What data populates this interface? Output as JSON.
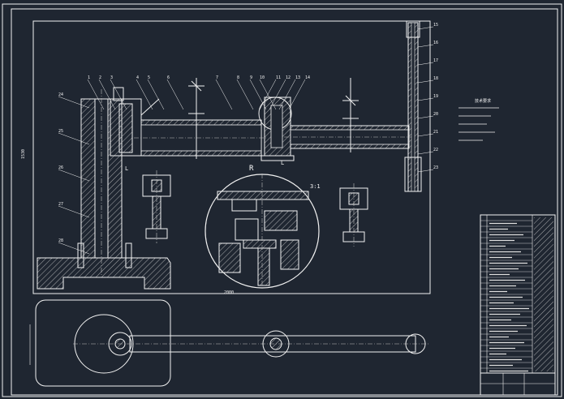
{
  "colors": {
    "background": "#1f2631",
    "line": "#f2f2f2",
    "hatch": "#cfcfcf",
    "center": "#bfbfbf"
  },
  "labels": {
    "section_r": "R",
    "section_scale": "3:1",
    "section_letter": "L",
    "dim_bottom": "2000",
    "dim_left": "1530",
    "notes_title": "技术要求"
  },
  "balloons_top": [
    "1",
    "2",
    "3",
    "4",
    "5",
    "6",
    "7",
    "8",
    "9",
    "10",
    "11",
    "12",
    "13",
    "14"
  ],
  "balloons_right": [
    "15",
    "16",
    "17",
    "18",
    "19",
    "20",
    "21",
    "22",
    "23"
  ],
  "balloons_left": [
    "24",
    "25",
    "26",
    "27",
    "28"
  ]
}
